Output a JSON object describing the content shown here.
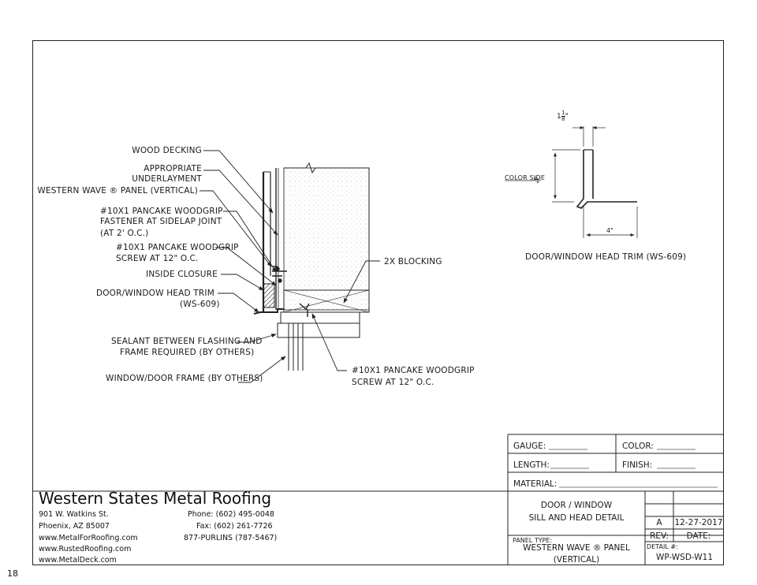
{
  "page_number": "18",
  "main_detail": {
    "callouts": {
      "wood_decking": "WOOD DECKING",
      "underlayment_1": "APPROPRIATE",
      "underlayment_2": "UNDERLAYMENT",
      "panel": "WESTERN WAVE ® PANEL (VERTICAL)",
      "fastener_1": "#10X1 PANCAKE WOODGRIP",
      "fastener_2": "FASTENER AT SIDELAP JOINT",
      "fastener_3": "(AT 2' O.C.)",
      "screw_1": "#10X1 PANCAKE WOODGRIP",
      "screw_2": "SCREW AT 12\" O.C.",
      "closure": "INSIDE CLOSURE",
      "trim_1": "DOOR/WINDOW HEAD TRIM",
      "trim_2": "(WS-609)",
      "sealant_1": "SEALANT BETWEEN FLASHING AND",
      "sealant_2": "FRAME REQUIRED (BY OTHERS)",
      "frame": "WINDOW/DOOR FRAME (BY OTHERS)",
      "blocking": "2X BLOCKING",
      "screw_b_1": "#10X1 PANCAKE WOODGRIP",
      "screw_b_2": "SCREW AT 12\" O.C."
    }
  },
  "trim_detail": {
    "dim_top_whole": "1",
    "dim_top_num": "1",
    "dim_top_den": "8",
    "dim_top_unit": "\"",
    "color_side": "COLOR SIDE",
    "dim_side": "4\"",
    "dim_bottom": "4\"",
    "caption": "DOOR/WINDOW HEAD TRIM (WS-609)"
  },
  "title_block": {
    "gauge_label": "GAUGE:",
    "color_label": "COLOR:",
    "length_label": "LENGTH:",
    "finish_label": "FINISH:",
    "material_label": "MATERIAL:",
    "title_1": "DOOR / WINDOW",
    "title_2": "SILL AND HEAD DETAIL",
    "rev_value": "A",
    "date_value": "12-27-2017",
    "rev_label": "REV:",
    "date_label": "DATE:",
    "panel_type_label": "PANEL TYPE:",
    "panel_type_1": "WESTERN WAVE ® PANEL",
    "panel_type_2": "(VERTICAL)",
    "detail_label": "DETAIL #:",
    "detail_value": "WP-WSD-W11"
  },
  "company": {
    "name": "Western States Metal Roofing",
    "address_1": "901 W. Watkins St.",
    "address_2": "Phoenix, AZ 85007",
    "web_1": "www.MetalForRoofing.com",
    "web_2": "www.RustedRoofing.com",
    "web_3": "www.MetalDeck.com",
    "phone": "Phone: (602) 495-0048",
    "fax": "Fax: (602) 261-7726",
    "tollfree": "877-PURLINS (787-5467)"
  }
}
